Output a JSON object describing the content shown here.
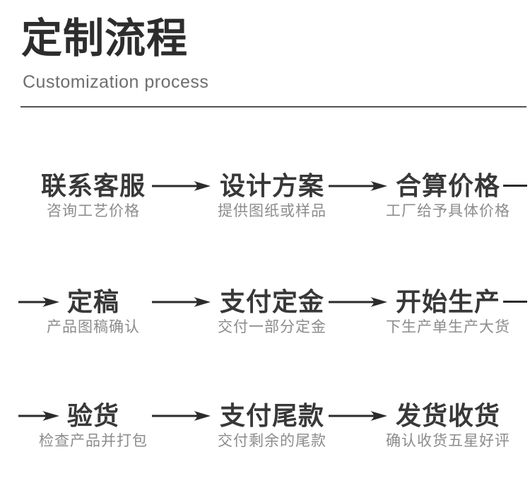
{
  "colors": {
    "page_title": "#2d2d2d",
    "page_subtitle": "#6e6e6e",
    "divider": "#555555",
    "step_title": "#383838",
    "step_subtitle": "#8c8c8c",
    "arrow": "#2b2b2b"
  },
  "header": {
    "title": "定制流程",
    "subtitle": "Customization process"
  },
  "flow": {
    "rows": [
      {
        "leading_arrow": false,
        "trailing_line": true,
        "steps": [
          {
            "title": "联系客服",
            "subtitle": "咨询工艺价格"
          },
          {
            "title": "设计方案",
            "subtitle": "提供图纸或样品"
          },
          {
            "title": "合算价格",
            "subtitle": "工厂给予具体价格"
          }
        ]
      },
      {
        "leading_arrow": true,
        "trailing_line": true,
        "steps": [
          {
            "title": "定稿",
            "subtitle": "产品图稿确认"
          },
          {
            "title": "支付定金",
            "subtitle": "交付一部分定金"
          },
          {
            "title": "开始生产",
            "subtitle": "下生产单生产大货"
          }
        ]
      },
      {
        "leading_arrow": true,
        "trailing_line": false,
        "steps": [
          {
            "title": "验货",
            "subtitle": "检查产品并打包"
          },
          {
            "title": "支付尾款",
            "subtitle": "交付剩余的尾款"
          },
          {
            "title": "发货收货",
            "subtitle": "确认收货五星好评"
          }
        ]
      }
    ]
  }
}
